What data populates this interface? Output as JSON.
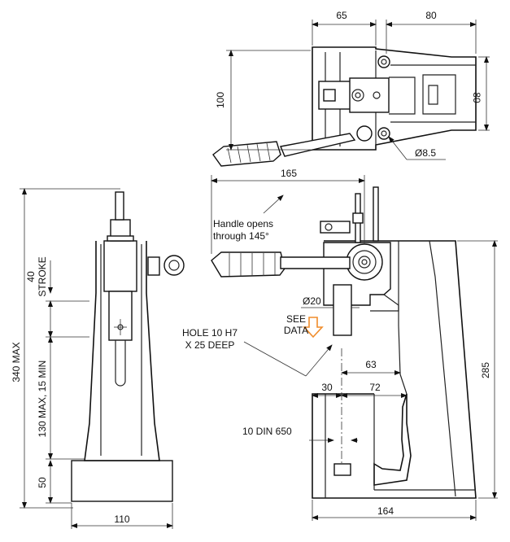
{
  "top_view": {
    "dim_width_left": "65",
    "dim_width_right": "80",
    "dim_height_left": "100",
    "dim_height_right": "80",
    "dim_hole": "Ø8.5"
  },
  "side_view": {
    "dim_handle": "165",
    "handle_note_1": "Handle opens",
    "handle_note_2": "through 145°",
    "dim_ram_dia": "Ø20",
    "see_data_1": "SEE",
    "see_data_2": "DATA",
    "hole_note_1": "HOLE 10 H7",
    "hole_note_2": "X 25 DEEP",
    "dim_63": "63",
    "dim_30": "30",
    "dim_72": "72",
    "dim_285": "285",
    "dim_din": "10 DIN 650",
    "dim_164": "164"
  },
  "front_view": {
    "dim_stroke_value": "40",
    "dim_stroke_label": "STROKE",
    "dim_340": "340 MAX",
    "dim_130": "130 MAX, 15 MIN",
    "dim_50": "50",
    "dim_110": "110"
  },
  "colors": {
    "arrow": "#f08c2a",
    "line": "#222222"
  }
}
